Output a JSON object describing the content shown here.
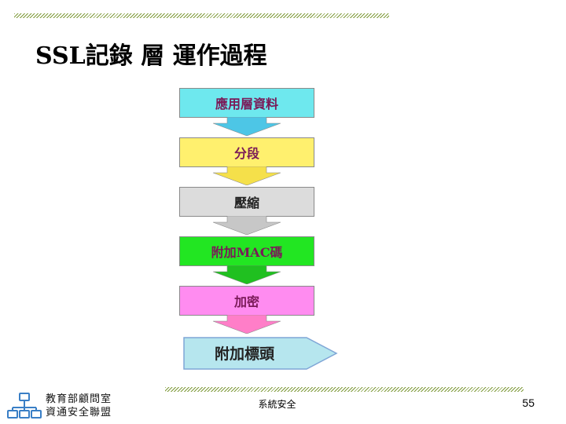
{
  "slide": {
    "title": "SSL記錄 層 運作過程"
  },
  "flow": {
    "steps": [
      {
        "label": "應用層資料",
        "fill": "#6ee8ee",
        "arrow_fill": "#4dc6e6"
      },
      {
        "label": "分段",
        "fill": "#fff06e",
        "arrow_fill": "#f5e04a"
      },
      {
        "label": "壓縮",
        "fill": "#dcdcdc",
        "arrow_fill": "#c7c7c7"
      },
      {
        "label": "附加MAC碼",
        "fill": "#22e622",
        "arrow_fill": "#20c020"
      },
      {
        "label": "加密",
        "fill": "#ff8cf0",
        "arrow_fill": "#ff7ec8"
      }
    ],
    "final_step": {
      "label": "附加標頭",
      "fill": "#b6e6ee",
      "border": "#7fa6d6"
    }
  },
  "footer": {
    "org_line1": "教育部顧問室",
    "org_line2": "資通安全聯盟",
    "topic": "系統安全",
    "page_number": "55"
  },
  "colors": {
    "hatch": "#7f9a3a",
    "logo": "#3a7fc6"
  }
}
